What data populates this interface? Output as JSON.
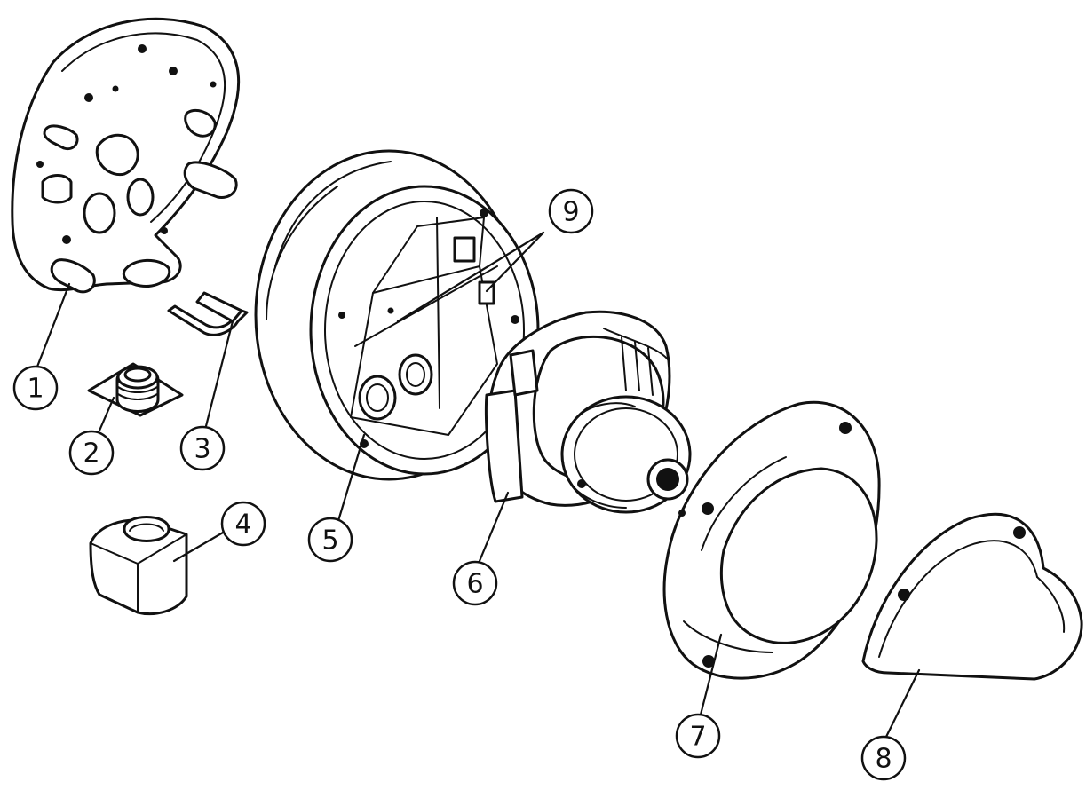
{
  "colors": {
    "line": "#111111",
    "background": "#ffffff"
  },
  "callouts": [
    {
      "label": "1",
      "part": "mounting-plate"
    },
    {
      "label": "2",
      "part": "conduit-adapter"
    },
    {
      "label": "3",
      "part": "clip"
    },
    {
      "label": "4",
      "part": "conduit-cover"
    },
    {
      "label": "5",
      "part": "back-box"
    },
    {
      "label": "6",
      "part": "camera-unit"
    },
    {
      "label": "7",
      "part": "dome-cover"
    },
    {
      "label": "8",
      "part": "weather-shield"
    },
    {
      "label": "9",
      "part": "back-box-tabs"
    }
  ]
}
